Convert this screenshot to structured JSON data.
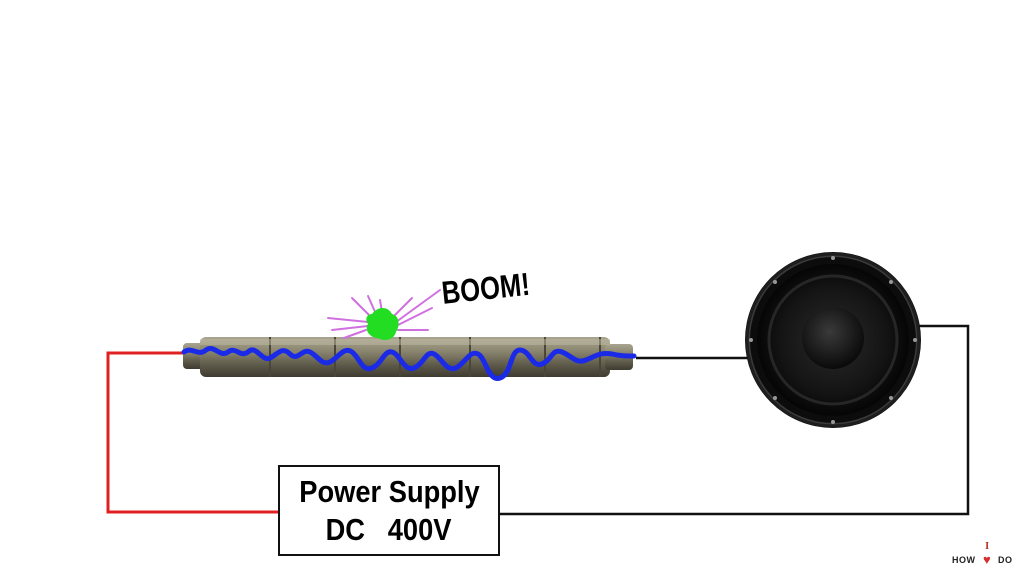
{
  "power_supply": {
    "line1": "Power Supply",
    "line2": "DC   400V"
  },
  "annotation": {
    "text": "BOOM!"
  },
  "logo": {
    "left": "HOW",
    "middle": "I",
    "right": "DO"
  },
  "colors": {
    "positive_wire": "#e02020",
    "negative_wire": "#111111",
    "coil": "#1020e0",
    "spark": "#22dd22",
    "spark_rays": "#d070e0"
  }
}
